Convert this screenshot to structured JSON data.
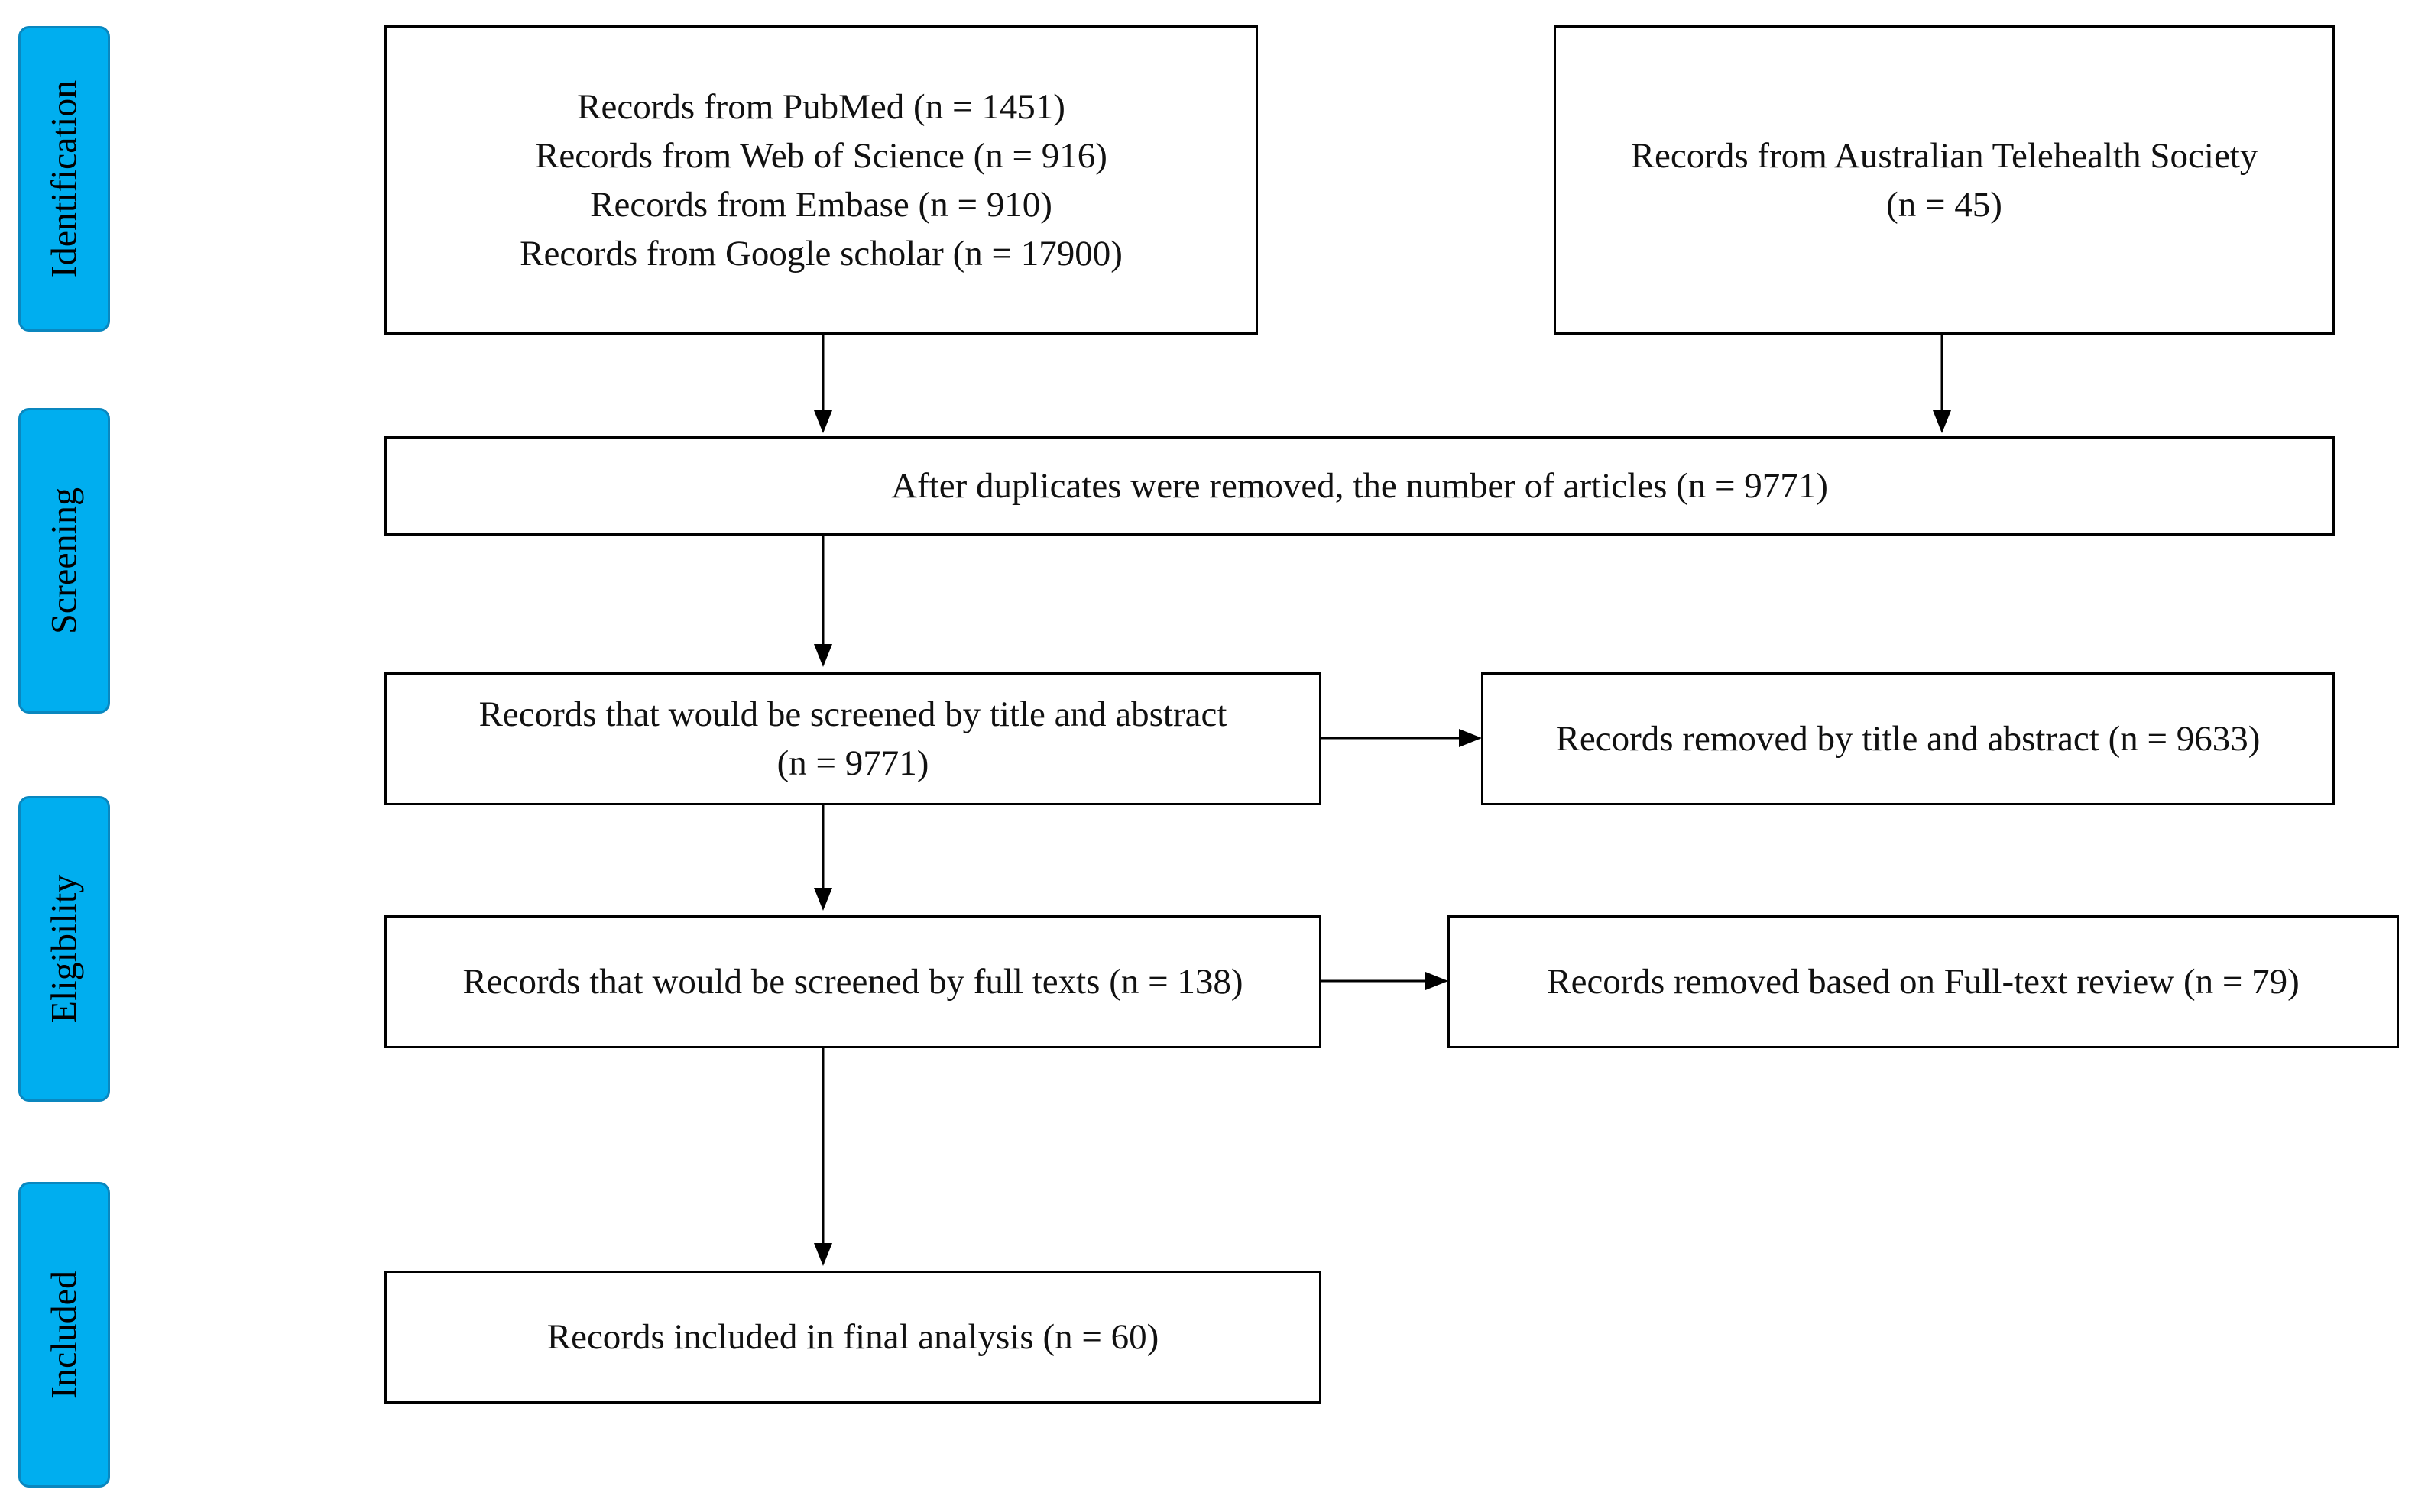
{
  "phases": [
    {
      "label": "Identification"
    },
    {
      "label": "Screening"
    },
    {
      "label": "Eligibility"
    },
    {
      "label": "Included"
    }
  ],
  "boxes": {
    "databases": {
      "lines": [
        "Records from PubMed (n = 1451)",
        "Records from Web of Science (n = 916)",
        "Records from Embase (n = 910)",
        "Records from Google scholar (n = 17900)"
      ]
    },
    "other_sources": {
      "lines": [
        "Records from Australian Telehealth Society",
        "(n = 45)"
      ]
    },
    "after_duplicates": {
      "lines": [
        "After duplicates were removed, the number of articles (n = 9771)"
      ]
    },
    "title_abstract_screened": {
      "lines": [
        "Records that would be screened by title and abstract",
        "(n = 9771)"
      ]
    },
    "title_abstract_removed": {
      "lines": [
        "Records removed by title and abstract (n = 9633)"
      ]
    },
    "fulltext_screened": {
      "lines": [
        "Records that would be screened by full texts (n = 138)"
      ]
    },
    "fulltext_removed": {
      "lines": [
        "Records removed based on Full-text review (n = 79)"
      ]
    },
    "included": {
      "lines": [
        "Records included in final analysis (n = 60)"
      ]
    }
  },
  "colors": {
    "phase_fill": "#00aeef",
    "phase_border": "#0a87bf",
    "line": "#000000"
  }
}
